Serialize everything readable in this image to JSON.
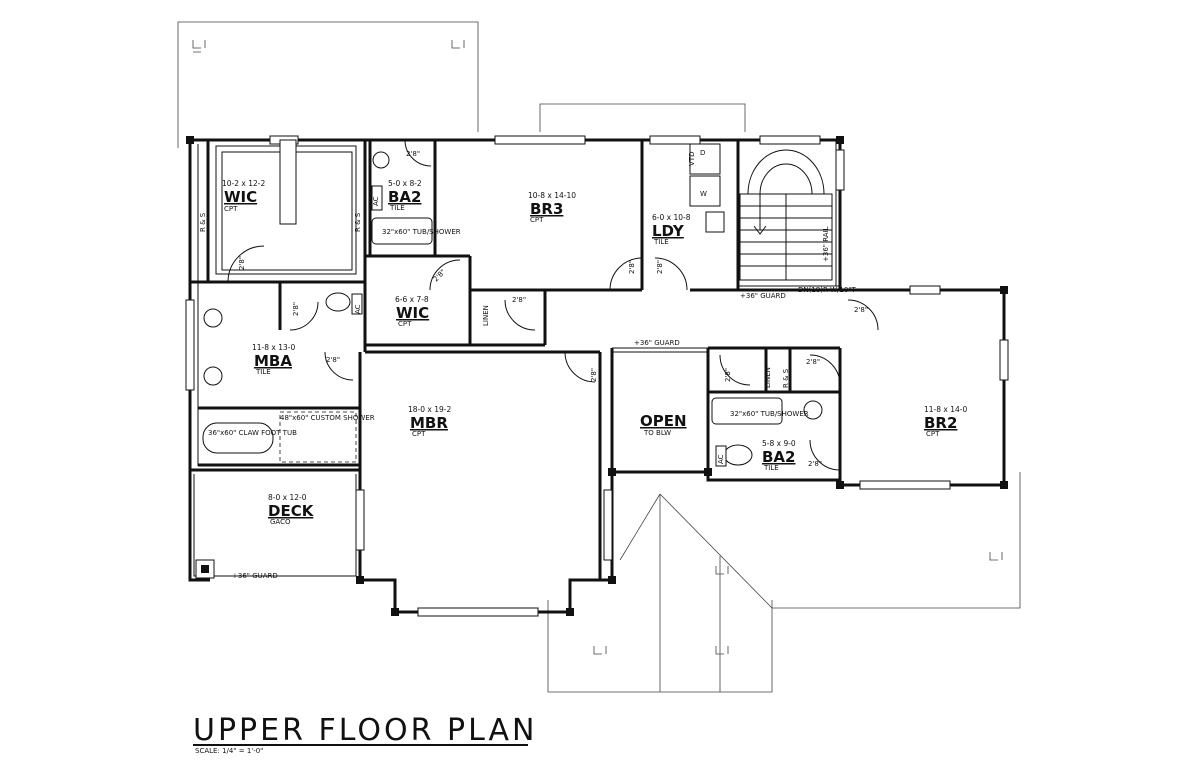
{
  "title": "UPPER FLOOR PLAN",
  "scale": "SCALE: 1/4\" = 1'-0\"",
  "rooms": {
    "wic1": {
      "name": "WIC",
      "dim": "10-2 x 12-2",
      "finish": "CPT"
    },
    "ba2a": {
      "name": "BA2",
      "dim": "5-0 x 8-2",
      "finish": "TILE"
    },
    "br3": {
      "name": "BR3",
      "dim": "10-8 x 14-10",
      "finish": "CPT"
    },
    "ldy": {
      "name": "LDY",
      "dim": "6-0 x 10-8",
      "finish": "TILE"
    },
    "wic2": {
      "name": "WIC",
      "dim": "6-6 x 7-8",
      "finish": "CPT"
    },
    "mba": {
      "name": "MBA",
      "dim": "11-8 x 13-0",
      "finish": "TILE"
    },
    "mbr": {
      "name": "MBR",
      "dim": "18-0 x 19-2",
      "finish": "CPT"
    },
    "open": {
      "name": "OPEN",
      "dim": "",
      "finish": "TO BLW"
    },
    "br2": {
      "name": "BR2",
      "dim": "11-8 x 14-0",
      "finish": "CPT"
    },
    "ba2b": {
      "name": "BA2",
      "dim": "5-8 x 9-0",
      "finish": "TILE"
    },
    "deck": {
      "name": "DECK",
      "dim": "8-0 x 12-0",
      "finish": "GACO"
    }
  },
  "notes": {
    "tub_shower_a": "32\"x60\" TUB/SHOWER",
    "tub_shower_b": "32\"x60\" TUB/SHOWER",
    "custom_shower": "48\"x60\" CUSTOM SHOWER",
    "clawfoot_tub": "36\"x60\" CLAW FOOT TUB",
    "guard_deck": "+36\" GUARD",
    "guard_open": "+36\" GUARD",
    "guard_stair": "+36\" GUARD",
    "stair_down": "DN(18)R W/10\"T",
    "rail": "+36\" RAIL",
    "linen_a": "LINEN",
    "linen_b": "LINEN",
    "rs_a": "R & S",
    "rs_b": "R & S",
    "rs_c": "R & S",
    "vtd": "VTD",
    "w": "W",
    "d": "D",
    "ac": "AC",
    "door": "2'8\""
  },
  "colors": {
    "ink": "#111111",
    "paper": "#ffffff"
  }
}
